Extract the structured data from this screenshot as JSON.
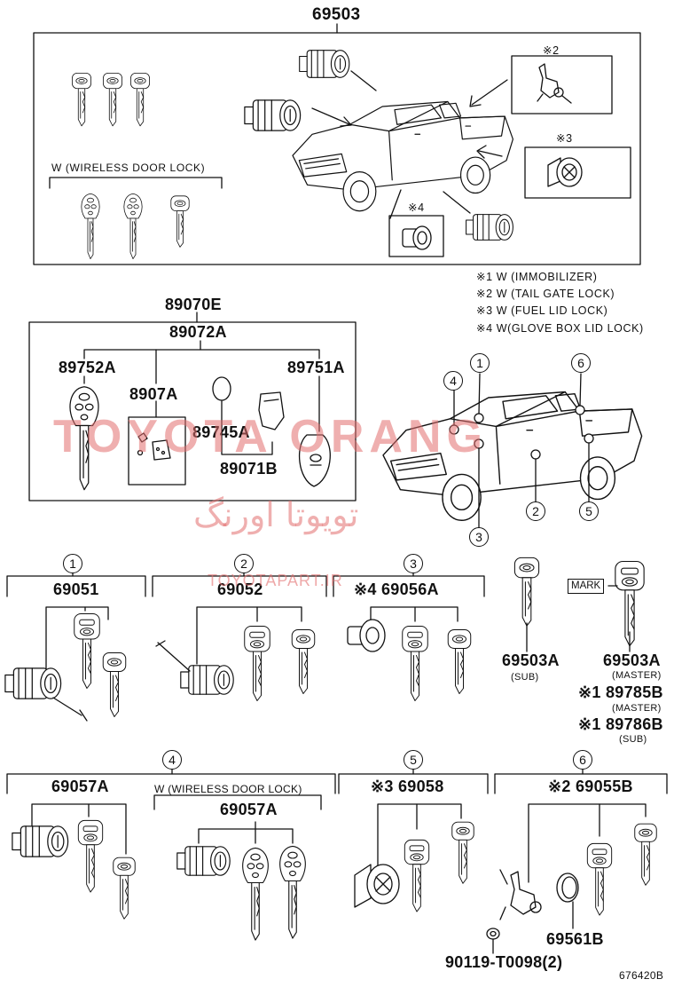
{
  "title_part": "69503",
  "notes": [
    "※1 W (IMMOBILIZER)",
    "※2 W (TAIL GATE LOCK)",
    "※3 W (FUEL LID LOCK)",
    "※4 W(GLOVE BOX LID LOCK)"
  ],
  "top_panel": {
    "wireless_label": "W (WIRELESS DOOR LOCK)",
    "mark2": "※2",
    "mark3": "※3",
    "mark4": "※4"
  },
  "transmitter_group": {
    "p1": "89070E",
    "p2": "89072A",
    "p3": "89752A",
    "p4": "8907A",
    "p5": "89751A",
    "p6": "89745A",
    "p7": "89071B"
  },
  "callouts": [
    "1",
    "2",
    "3",
    "4",
    "5",
    "6"
  ],
  "kits": {
    "k1": "69051",
    "k2": "69052",
    "k3": "※4 69056A",
    "k4": "69057A",
    "k4w_label": "W (WIRELESS DOOR LOCK)",
    "k4w": "69057A",
    "k5": "※3 69058",
    "k6": "※2 69055B"
  },
  "loose_keys": {
    "sub_pn": "69503A",
    "sub_note": "(SUB)",
    "master_pn": "69503A",
    "master_note": "(MASTER)",
    "mark_label": "MARK",
    "blank_master": "※1 89785B",
    "blank_master_note": "(MASTER)",
    "blank_sub": "※1 89786B",
    "blank_sub_note": "(SUB)"
  },
  "parts_misc": {
    "p69561": "69561B",
    "p90119": "90119-T0098(2)"
  },
  "footer_code": "676420B",
  "watermark": {
    "latin": "TOYOTA ORANG",
    "farsi": "تویوتا اورنگ",
    "site": "TOYOTAPART.IR"
  }
}
